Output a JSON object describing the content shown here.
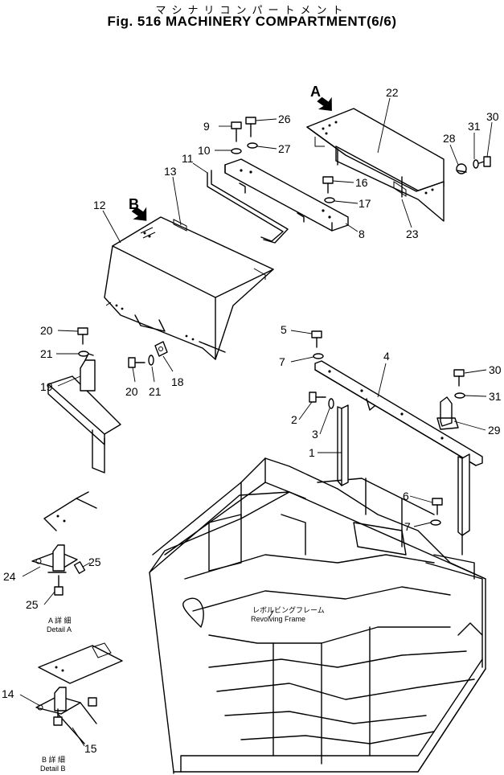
{
  "header": {
    "title_jp": "マシナリコンパートメント",
    "title_en": "Fig. 516 MACHINERY COMPARTMENT(6/6)"
  },
  "callouts": [
    {
      "id": "c1",
      "text": "1"
    },
    {
      "id": "c2",
      "text": "2"
    },
    {
      "id": "c3",
      "text": "3"
    },
    {
      "id": "c4",
      "text": "4"
    },
    {
      "id": "c5",
      "text": "5"
    },
    {
      "id": "c6",
      "text": "6"
    },
    {
      "id": "c7a",
      "text": "7"
    },
    {
      "id": "c7b",
      "text": "7"
    },
    {
      "id": "c8",
      "text": "8"
    },
    {
      "id": "c9",
      "text": "9"
    },
    {
      "id": "c10",
      "text": "10"
    },
    {
      "id": "c11",
      "text": "11"
    },
    {
      "id": "c12",
      "text": "12"
    },
    {
      "id": "c13",
      "text": "13"
    },
    {
      "id": "c14",
      "text": "14"
    },
    {
      "id": "c15",
      "text": "15"
    },
    {
      "id": "c16",
      "text": "16"
    },
    {
      "id": "c17",
      "text": "17"
    },
    {
      "id": "c18",
      "text": "18"
    },
    {
      "id": "c19",
      "text": "19"
    },
    {
      "id": "c20a",
      "text": "20"
    },
    {
      "id": "c20b",
      "text": "20"
    },
    {
      "id": "c21a",
      "text": "21"
    },
    {
      "id": "c21b",
      "text": "21"
    },
    {
      "id": "c22",
      "text": "22"
    },
    {
      "id": "c23",
      "text": "23"
    },
    {
      "id": "c24",
      "text": "24"
    },
    {
      "id": "c25a",
      "text": "25"
    },
    {
      "id": "c25b",
      "text": "25"
    },
    {
      "id": "c26",
      "text": "26"
    },
    {
      "id": "c27",
      "text": "27"
    },
    {
      "id": "c28",
      "text": "28"
    },
    {
      "id": "c29",
      "text": "29"
    },
    {
      "id": "c30a",
      "text": "30"
    },
    {
      "id": "c30b",
      "text": "30"
    },
    {
      "id": "c31a",
      "text": "31"
    },
    {
      "id": "c31b",
      "text": "31"
    }
  ],
  "view_markers": {
    "a": "A",
    "b": "B"
  },
  "frame_label": {
    "jp": "レボルビングフレーム",
    "en": "Revolving Frame"
  },
  "detail_a": {
    "jp": "A 詳 細",
    "en": "Detail A"
  },
  "detail_b": {
    "jp": "B 詳 細",
    "en": "Detail B"
  }
}
